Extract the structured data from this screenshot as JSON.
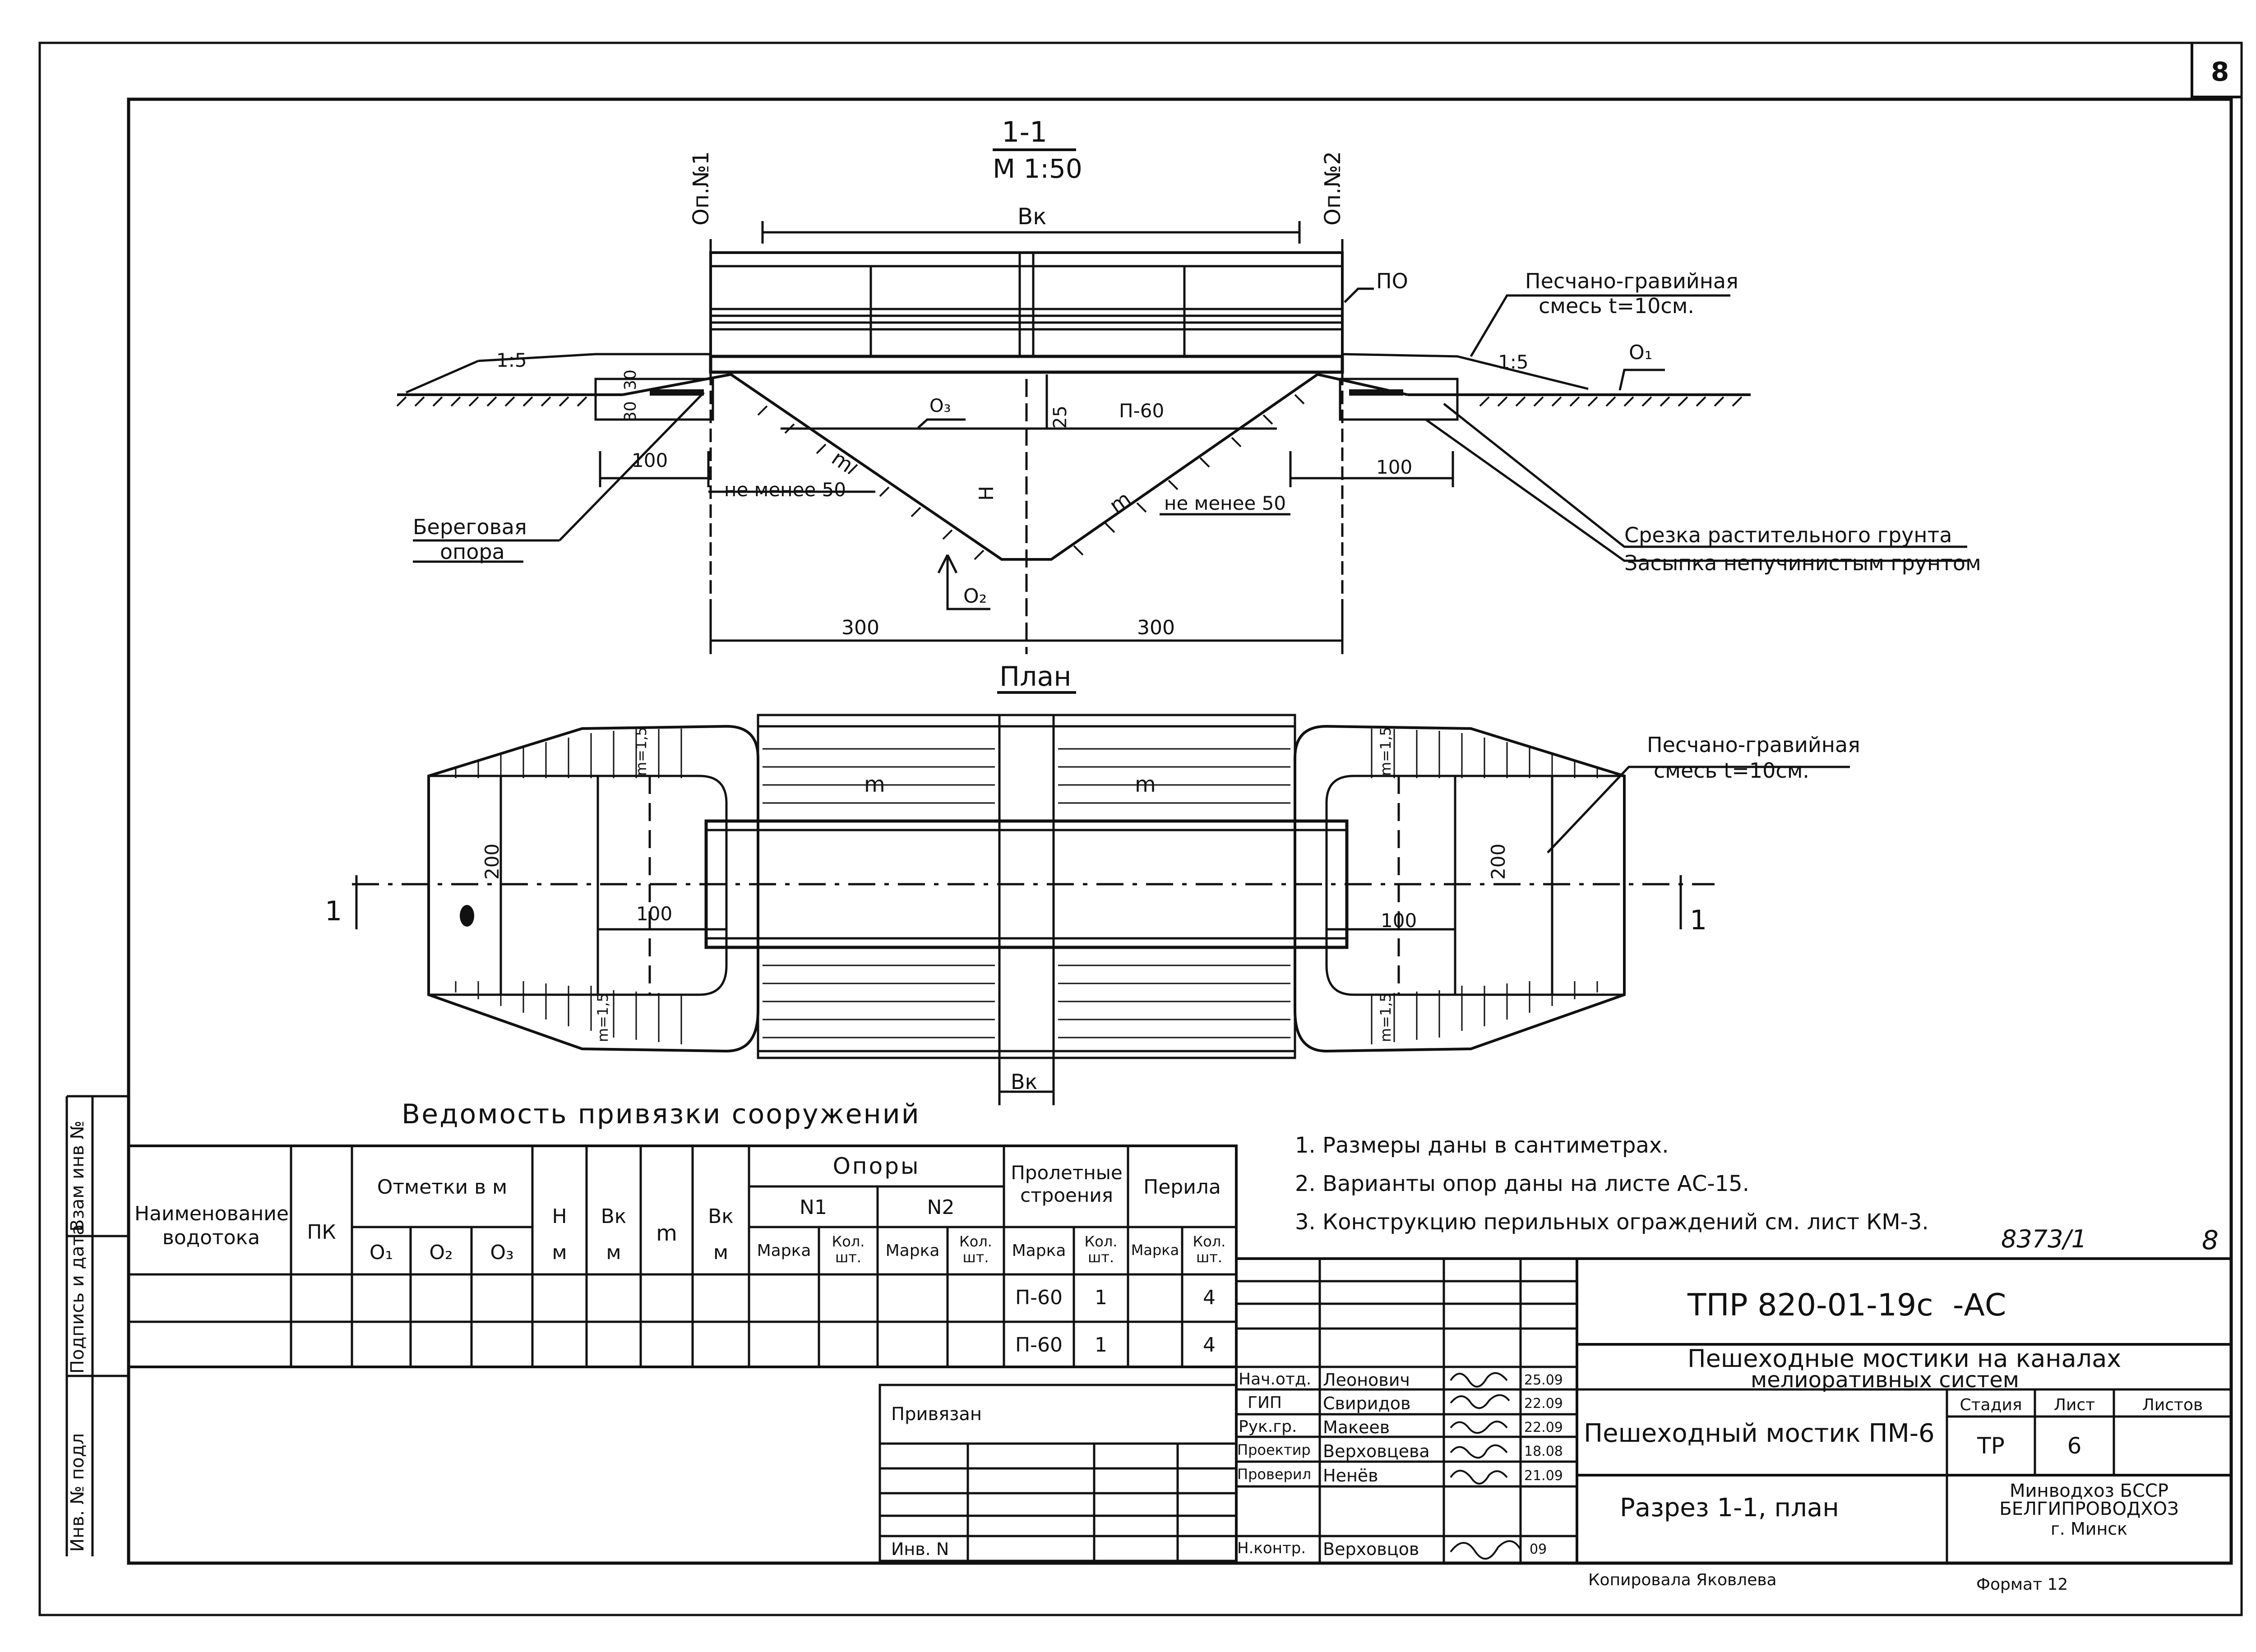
{
  "sheet": {
    "corner_number": "8",
    "format_label": "Формат 12",
    "copied_by": "Копировала Яковлева",
    "inventory_handwritten": "8373/1",
    "handwritten_sheet": "8"
  },
  "section": {
    "title": "1-1",
    "scale": "М 1:50",
    "support1": "Оп.№1",
    "support2": "Оп.№2",
    "bk": "Вк",
    "po": "ПО",
    "sand_gravel_1": "Песчано-гравийная",
    "sand_gravel_2": "смесь t=10см.",
    "slope_left": "1:5",
    "slope_right": "1:5",
    "o1": "О₁",
    "o2": "О₂",
    "o3": "О₃",
    "p60": "П-60",
    "dim_25": "25",
    "dim_30a": "30",
    "dim_30b": "30",
    "dim_100_left": "100",
    "dim_100_right": "100",
    "not_less_left": "не менее 50",
    "not_less_right": "не менее 50",
    "m_left": "m",
    "m_right": "m",
    "h": "Н",
    "bank_support_1": "Береговая",
    "bank_support_2": "опора",
    "soil_cut": "Срезка растительного грунта",
    "backfill": "Засыпка непучинистым грунтом",
    "dim_300_left": "300",
    "dim_300_right": "300"
  },
  "plan": {
    "title": "План",
    "sand_gravel_1": "Песчано-гравийная",
    "sand_gravel_2": "смесь t=10см.",
    "m_left": "m",
    "m_right": "m",
    "dim_200_left": "200",
    "dim_200_right": "200",
    "dim_100_left": "100",
    "dim_100_right": "100",
    "m15": "m=1,5",
    "cut_left": "1",
    "cut_right": "1",
    "bk": "Вк"
  },
  "schedule": {
    "title": "Ведомость привязки сооружений",
    "headers": {
      "name": "Наименование водотока",
      "pk": "ПК",
      "marks": "Отметки в м",
      "o1": "О₁",
      "o2": "О₂",
      "o3": "О₃",
      "h": "Н",
      "h_unit": "м",
      "bk": "Вк",
      "bk_unit": "м",
      "m": "m",
      "bk2": "Вк",
      "bk2_unit": "м",
      "supports": "Опоры",
      "n1": "N1",
      "n2": "N2",
      "mark": "Марка",
      "qty": "Кол. шт.",
      "spans": "Пролетные строения",
      "railing": "Перила"
    },
    "rows": [
      {
        "span_mark": "П-60",
        "span_qty": "1",
        "rail_qty": "4"
      },
      {
        "span_mark": "П-60",
        "span_qty": "1",
        "rail_qty": "4"
      }
    ]
  },
  "notes": [
    "1. Размеры даны в сантиметрах.",
    "2. Варианты опор даны на листе АС-15.",
    "3. Конструкцию перильных ограждений см. лист КМ-3."
  ],
  "side_stamp": {
    "replace_inv": "Взам инв №",
    "signature_date": "Подпись и дата",
    "inv_original": "Инв. № подл"
  },
  "binding": {
    "privyazan": "Привязан",
    "inv_n": "Инв. N"
  },
  "title_block": {
    "code": "ТПР 820-01-19с  -АС",
    "project_1": "Пешеходные мостики на каналах",
    "project_2": "мелиоративных систем",
    "object": "Пешеходный мостик ПМ-6",
    "sheet_title": "Разрез 1-1, план",
    "stage_label": "Стадия",
    "sheet_label": "Лист",
    "sheets_label": "Листов",
    "stage": "ТР",
    "sheet": "6",
    "org_1": "Минводхоз БССР",
    "org_2": "БЕЛГИПРОВОДХОЗ",
    "org_3": "г. Минск",
    "signers": [
      {
        "role": "Нач.отд.",
        "name": "Леонович",
        "date": "25.09"
      },
      {
        "role": "ГИП",
        "name": "Свиридов",
        "date": "22.09"
      },
      {
        "role": "Рук.гр.",
        "name": "Макеев",
        "date": "22.09"
      },
      {
        "role": "Проектир",
        "name": "Верховцева",
        "date": "18.08"
      },
      {
        "role": "Проверил",
        "name": "Ненёв",
        "date": "21.09"
      },
      {
        "role": "Н.контр.",
        "name": "Верховцов",
        "date": "09"
      }
    ]
  }
}
